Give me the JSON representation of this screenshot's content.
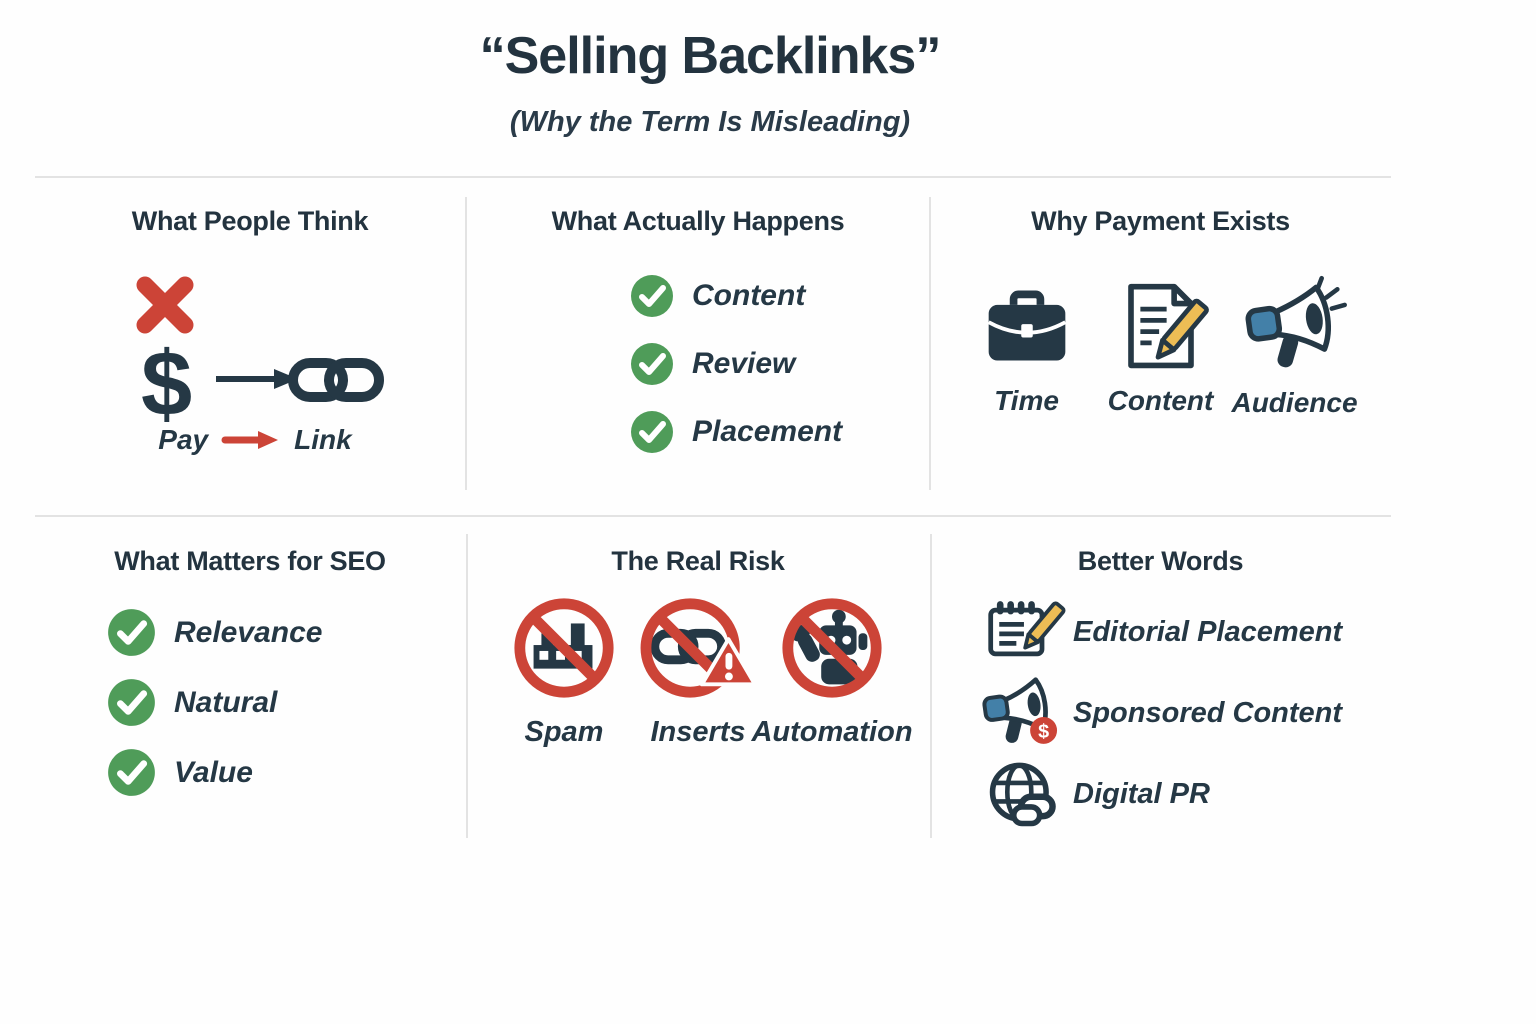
{
  "header": {
    "title": "“Selling Backlinks”",
    "subtitle": "(Why the Term Is Misleading)"
  },
  "colors": {
    "ink": "#253845",
    "red": "#cc4437",
    "green": "#4f9c59",
    "blue": "#4380a8",
    "yellow": "#edbd55",
    "divider": "#e3e3e3"
  },
  "panels": {
    "think": {
      "title": "What People Think",
      "equation": {
        "dollar": "$"
      },
      "caption": {
        "pay": "Pay",
        "link": "Link"
      },
      "icons": [
        "x-mark-icon",
        "dollar-sign",
        "arrow-right-icon",
        "chain-link-icon",
        "red-arrow-icon"
      ]
    },
    "actually": {
      "title": "What Actually Happens",
      "items": [
        "Content",
        "Review",
        "Placement"
      ],
      "icon": "check-circle-icon"
    },
    "payment": {
      "title": "Why Payment Exists",
      "items": [
        {
          "icon": "briefcase-icon",
          "label": "Time"
        },
        {
          "icon": "document-pencil-icon",
          "label": "Content"
        },
        {
          "icon": "megaphone-icon",
          "label": "Audience"
        }
      ]
    },
    "seo": {
      "title": "What Matters for SEO",
      "items": [
        "Relevance",
        "Natural",
        "Value"
      ],
      "icon": "check-circle-icon"
    },
    "risk": {
      "title": "The Real Risk",
      "items": [
        {
          "icon": "no-spam-factory-icon",
          "label": "Spam"
        },
        {
          "icon": "no-link-inserts-icon",
          "label": "Inserts"
        },
        {
          "icon": "no-robot-automation-icon",
          "label": "Automation"
        }
      ]
    },
    "words": {
      "title": "Better Words",
      "items": [
        {
          "icon": "notepad-pencil-icon",
          "label": "Editorial Placement"
        },
        {
          "icon": "megaphone-dollar-icon",
          "label": "Sponsored Content"
        },
        {
          "icon": "globe-chain-icon",
          "label": "Digital PR"
        }
      ]
    }
  }
}
